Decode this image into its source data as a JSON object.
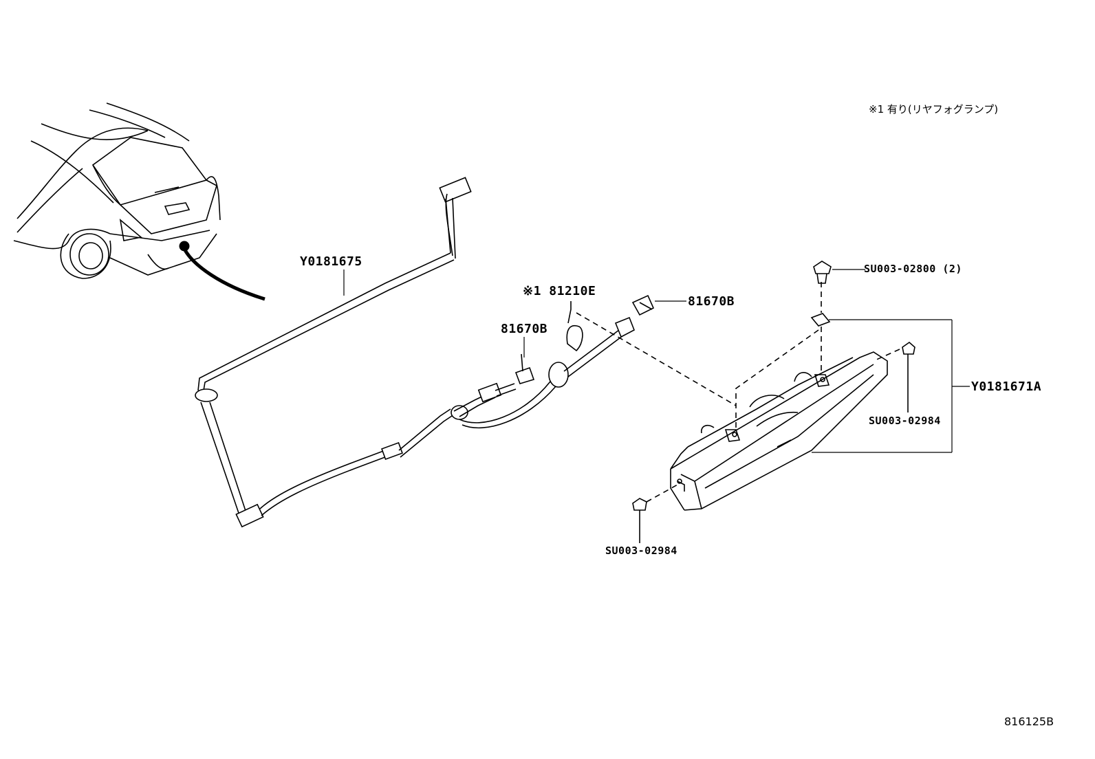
{
  "note": {
    "marker": "※1",
    "text": "有り(リヤフォグランプ)"
  },
  "callouts": {
    "harness": "Y0181675",
    "bulb_socket_marker": "※1",
    "bulb_socket": "81210E",
    "bulb_right": "81670B",
    "bulb_left": "81670B",
    "clip_top": "SU003-02800",
    "clip_top_qty": "(2)",
    "lamp_assembly": "Y0181671A",
    "screw_right": "SU003-02984",
    "screw_bottom": "SU003-02984"
  },
  "diagram_code": "816125B"
}
